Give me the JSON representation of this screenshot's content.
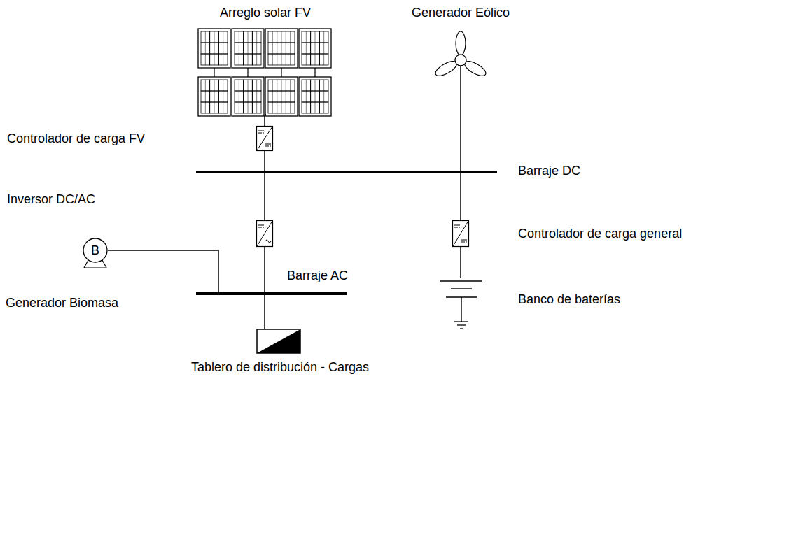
{
  "diagram": {
    "nodes": [
      {
        "text": [
          "Arreglo solar FV"
        ]
      },
      {
        "text": [
          "Generador Eólico"
        ]
      },
      {
        "text": [
          "Controlador de carga FV"
        ]
      },
      {
        "text": [
          "Barraje DC"
        ]
      },
      {
        "text": [
          "Inversor DC/AC"
        ]
      },
      {
        "text": [
          "Controlador de carga general"
        ]
      },
      {
        "text": [
          "B",
          "Generador Biomasa"
        ]
      },
      {
        "text": [
          "Barraje AC"
        ]
      },
      {
        "text": [
          "Banco de baterías"
        ]
      },
      {
        "text": [
          "Tablero de distribución - Cargas"
        ]
      }
    ],
    "edges": [
      {
        "from": 0,
        "to": 2,
        "arrow": "none"
      },
      {
        "from": 2,
        "to": 3,
        "arrow": "none"
      },
      {
        "from": 1,
        "to": 3,
        "arrow": "none"
      },
      {
        "from": 3,
        "to": 4,
        "arrow": "none"
      },
      {
        "from": 3,
        "to": 5,
        "arrow": "none"
      },
      {
        "from": 4,
        "to": 7,
        "arrow": "none"
      },
      {
        "from": 6,
        "to": 7,
        "arrow": "none"
      },
      {
        "from": 7,
        "to": 9,
        "arrow": "none"
      },
      {
        "from": 5,
        "to": 8,
        "arrow": "none"
      }
    ]
  }
}
